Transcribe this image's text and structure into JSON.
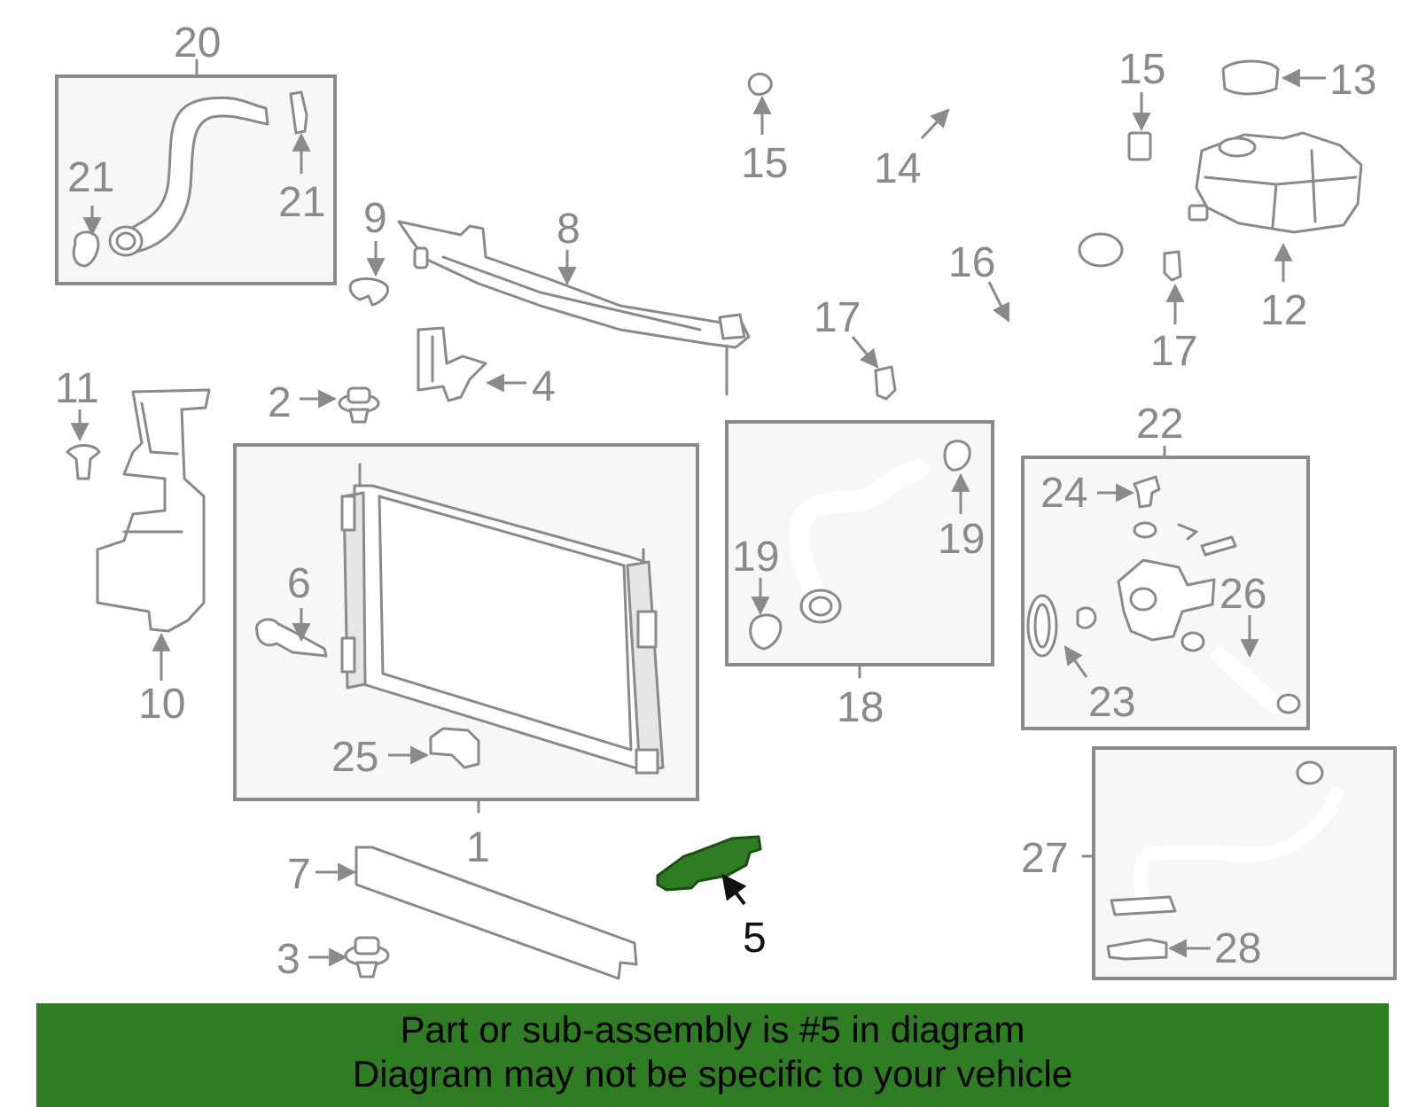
{
  "diagram": {
    "highlight_color": "#2e7d22",
    "banner_color": "#2e7d22",
    "callouts": {
      "c1": "1",
      "c2": "2",
      "c3": "3",
      "c4": "4",
      "c5": "5",
      "c6": "6",
      "c7": "7",
      "c8": "8",
      "c9": "9",
      "c10": "10",
      "c11": "11",
      "c12": "12",
      "c13": "13",
      "c14": "14",
      "c15a": "15",
      "c15b": "15",
      "c16": "16",
      "c17a": "17",
      "c17b": "17",
      "c18": "18",
      "c19a": "19",
      "c19b": "19",
      "c20": "20",
      "c21a": "21",
      "c21b": "21",
      "c22": "22",
      "c23": "23",
      "c24": "24",
      "c25": "25",
      "c26": "26",
      "c27": "27",
      "c28": "28"
    }
  },
  "banner": {
    "line1": "Part or sub-assembly is #5 in diagram",
    "line2": "Diagram may not be specific to your vehicle"
  }
}
